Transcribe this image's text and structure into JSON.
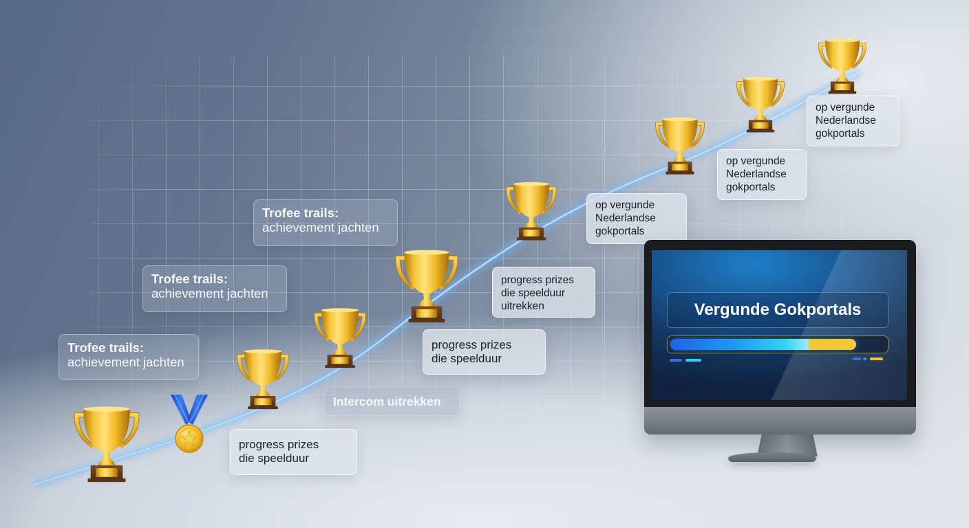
{
  "scene": {
    "description": "Achievement progression trail with trophies and a monitor",
    "accent_colors": {
      "gold": "#f2c530",
      "trail_blue": "#7ec3ff",
      "medal_ribbon": "#1f5fd6",
      "screen_navy": "#13365f"
    }
  },
  "labels": [
    {
      "id": "l1",
      "bold": "Trofee trails:",
      "line": "achievement jachten"
    },
    {
      "id": "l2",
      "bold": "Trofee trails:",
      "line": "achievement jachten"
    },
    {
      "id": "l3",
      "bold": "Trofee trails:",
      "line": "achievement jachten"
    },
    {
      "id": "l4",
      "lines": [
        "progress prizes",
        "die speelduur"
      ]
    },
    {
      "id": "l5",
      "text": "Intercom uitrekken"
    },
    {
      "id": "l6",
      "lines": [
        "progress prizes",
        "die speelduur"
      ]
    },
    {
      "id": "l7",
      "lines": [
        "progress prizes",
        "die speelduur",
        "uitrekken"
      ]
    },
    {
      "id": "l8",
      "lines": [
        "op vergunde",
        "Nederlandse",
        "gokportals"
      ]
    },
    {
      "id": "l9",
      "lines": [
        "op vergunde",
        "Nederlandse",
        "gokportals"
      ]
    },
    {
      "id": "l10",
      "lines": [
        "op vergunde",
        "Nederlandse",
        "gokportals"
      ]
    }
  ],
  "icons": {
    "trophy": "trophy-icon",
    "medal": "medal-icon"
  },
  "monitor": {
    "title": "Vergunde Gokportals",
    "progress_percent": 85,
    "progress_split_percent": 75
  }
}
